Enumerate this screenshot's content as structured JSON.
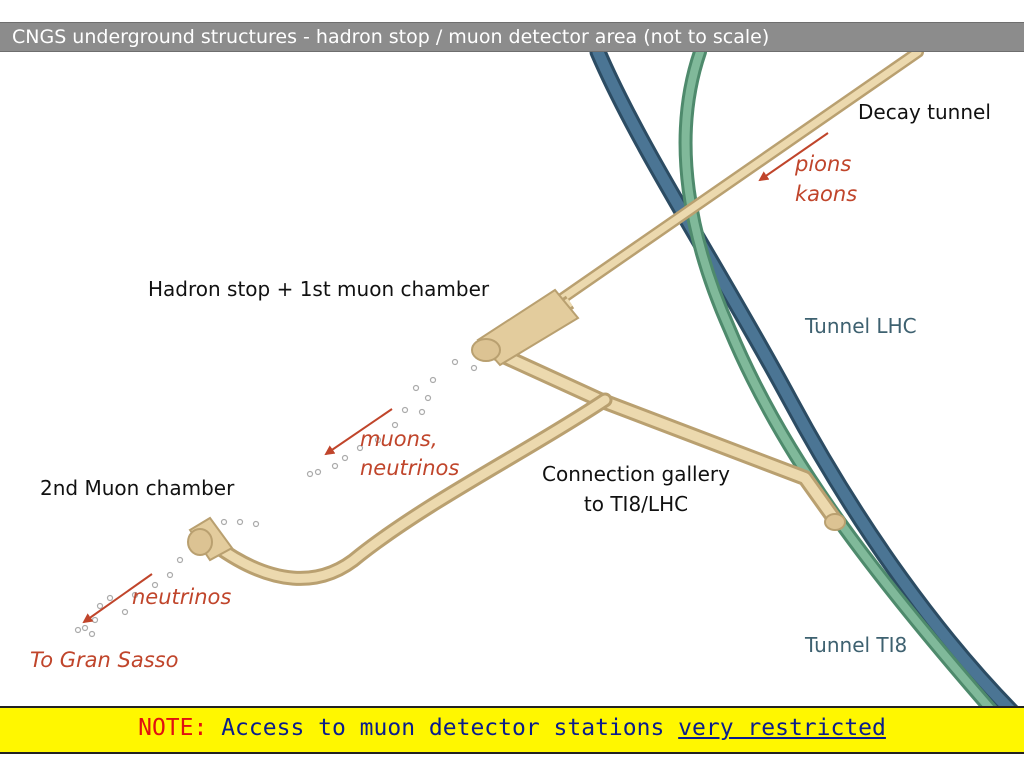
{
  "header": {
    "title": "CNGS underground structures - hadron stop / muon detector area (not to scale)"
  },
  "labels": {
    "decay_tunnel": "Decay tunnel",
    "pions": "pions",
    "kaons": "kaons",
    "hadron_stop": "Hadron stop + 1st muon chamber",
    "tunnel_lhc": "Tunnel LHC",
    "muons": "muons,",
    "neutrinos_mid": "neutrinos",
    "connection_gallery_line1": "Connection gallery",
    "connection_gallery_line2": "to TI8/LHC",
    "second_muon_chamber": "2nd Muon chamber",
    "neutrinos_low": "neutrinos",
    "gran_sasso": "To Gran Sasso",
    "tunnel_ti8": "Tunnel TI8"
  },
  "note": {
    "prefix": "NOTE:",
    "text": "Access to muon detector stations",
    "emphasis": "very restricted"
  },
  "colors": {
    "tunnel_beige": "#e8d3a6",
    "tunnel_lhc_blue": "#3f6784",
    "tunnel_ti8_green": "#6ea888",
    "arrow_red": "#c0452b",
    "note_bg": "#fff700"
  }
}
